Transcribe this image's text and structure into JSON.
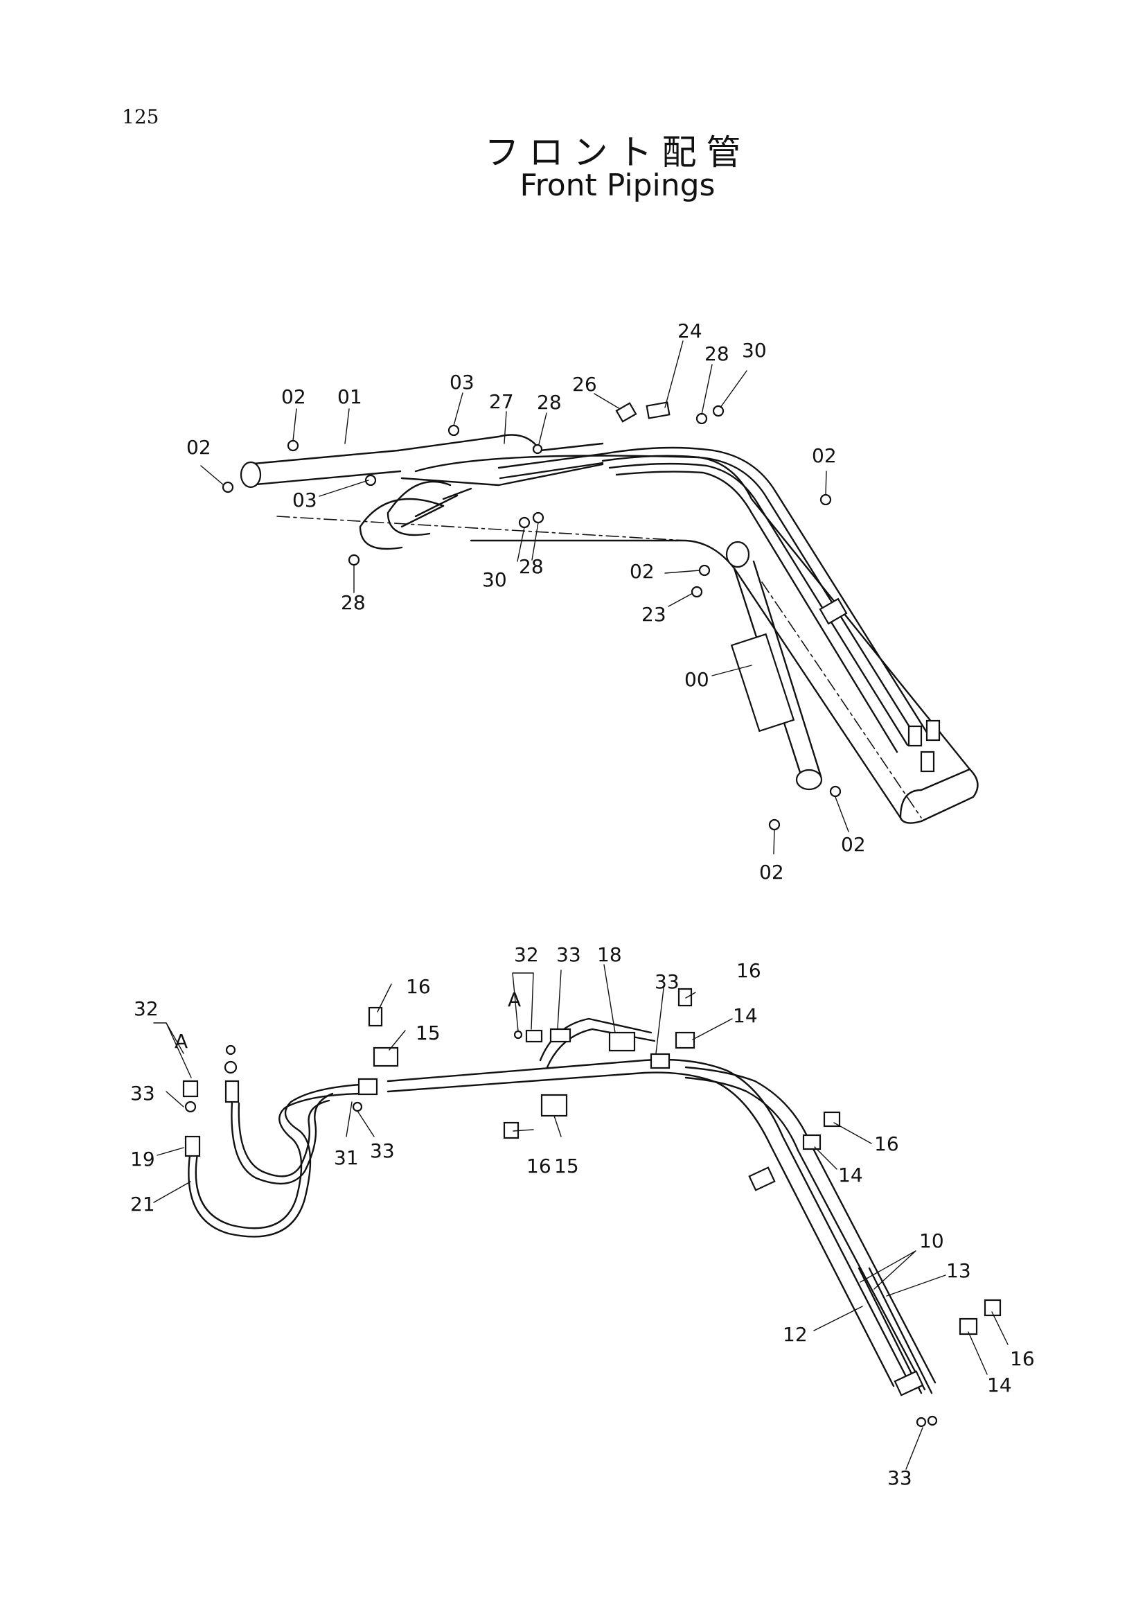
{
  "page": {
    "number": "125"
  },
  "title": {
    "jp": "フロント配管",
    "en": "Front Pipings"
  },
  "upper_callouts": [
    "24",
    "28",
    "30",
    "02",
    "01",
    "03",
    "27",
    "28",
    "26",
    "02",
    "02",
    "03",
    "28",
    "30",
    "28",
    "02",
    "23",
    "00",
    "02",
    "02"
  ],
  "lower_callouts": [
    "32",
    "A",
    "33",
    "18",
    "16",
    "33",
    "14",
    "16",
    "15",
    "32",
    "A",
    "33",
    "19",
    "21",
    "31",
    "33",
    "16",
    "15",
    "16",
    "14",
    "10",
    "13",
    "12",
    "16",
    "14",
    "33"
  ]
}
